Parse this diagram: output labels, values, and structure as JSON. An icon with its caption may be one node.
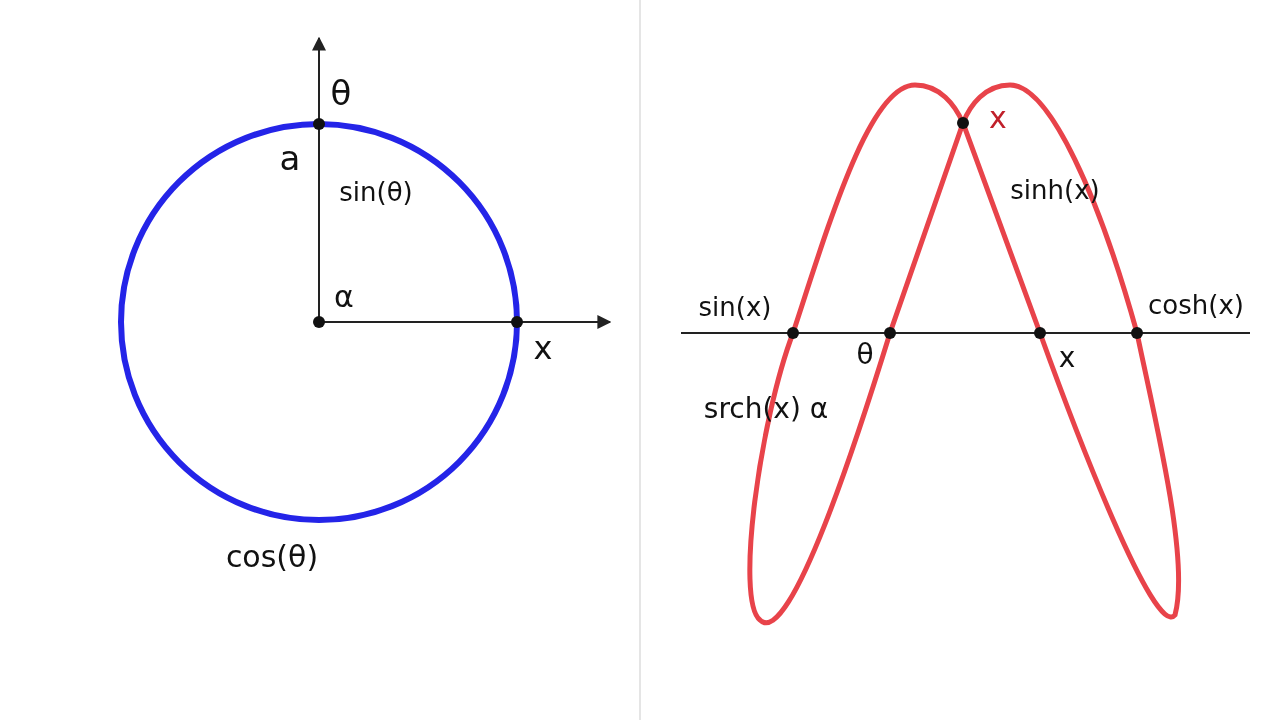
{
  "diagram": {
    "labels": [
      "θ",
      "a",
      "sin(θ)",
      "α",
      "x",
      "cos(θ)",
      "x",
      "sinh(x)",
      "sin(x)",
      "cosh(x)",
      "θ",
      "x",
      "srch(x) α"
    ]
  }
}
